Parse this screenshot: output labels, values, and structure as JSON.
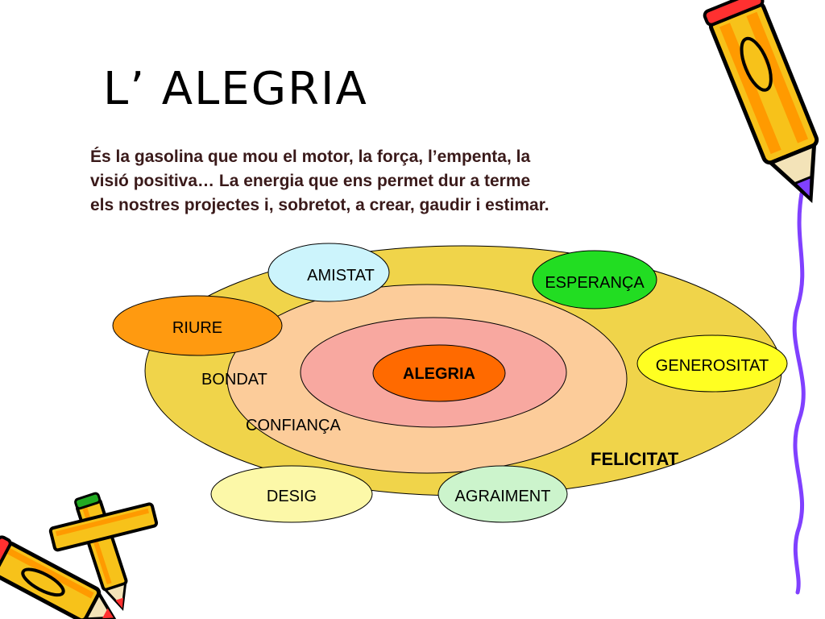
{
  "title": "L’ ALEGRIA",
  "description": {
    "line1": "És la gasolina que mou el motor,  la força, l’empenta, la",
    "line2": "visió positiva… La energia que ens permet dur a terme",
    "line3": "els nostres projectes i, sobretot, a crear, gaudir i estimar."
  },
  "diagram": {
    "outer": "FELICITAT",
    "middle_labels": [
      "BONDAT",
      "CONFIANÇA"
    ],
    "center": "ALEGRIA",
    "bubbles": {
      "amistat": "AMISTAT",
      "esperanca": "ESPERANÇA",
      "riure": "RIURE",
      "generositat": "GENEROSITAT",
      "desig": "DESIG",
      "agraiment": "AGRAIMENT"
    }
  },
  "colors": {
    "outer_fill": "#f0d44a",
    "middle_fill": "#fccc9a",
    "inner_fill": "#f8a8a0",
    "center_fill": "#ff6a00",
    "amistat_fill": "#ccf4fc",
    "esperanca_fill": "#22dd22",
    "riure_fill": "#ff9a10",
    "generositat_fill": "#ffff22",
    "desig_fill": "#fcf8a8",
    "agraiment_fill": "#ccf4cc",
    "outline_purple": "#8040ff"
  },
  "icons": [
    "pencil-icon",
    "crossed-pencils-icon",
    "scribble-line-icon"
  ]
}
